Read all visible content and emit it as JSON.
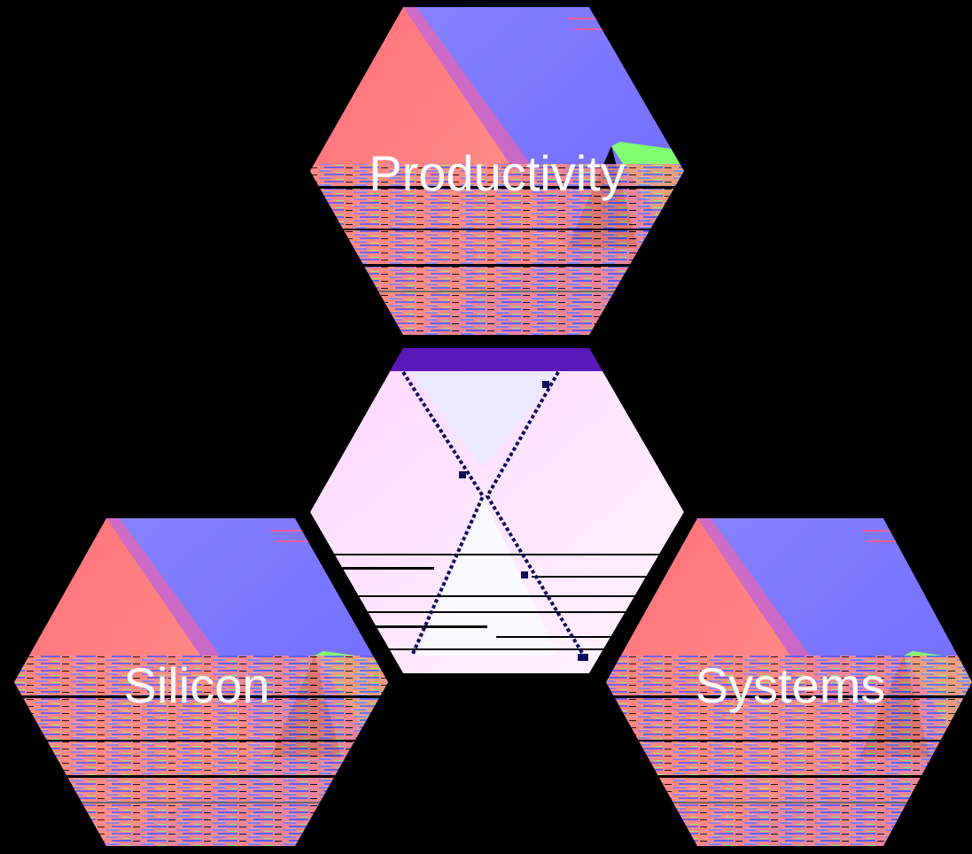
{
  "diagram": {
    "background": "#000000",
    "label_color": "#ffffff",
    "colors": {
      "red": "#ff7f7f",
      "blue": "#7f7fff",
      "green": "#80ff70",
      "center_fill": "#ffe0ff",
      "center_top": "#ece8ff",
      "center_band": "#5b18b8",
      "glyph": "#0b0b5e"
    },
    "nodes": [
      {
        "id": "productivity",
        "label": "Productivity"
      },
      {
        "id": "silicon",
        "label": "Silicon"
      },
      {
        "id": "systems",
        "label": "Systems"
      }
    ],
    "center": {
      "icon": "hourglass-icon"
    }
  }
}
